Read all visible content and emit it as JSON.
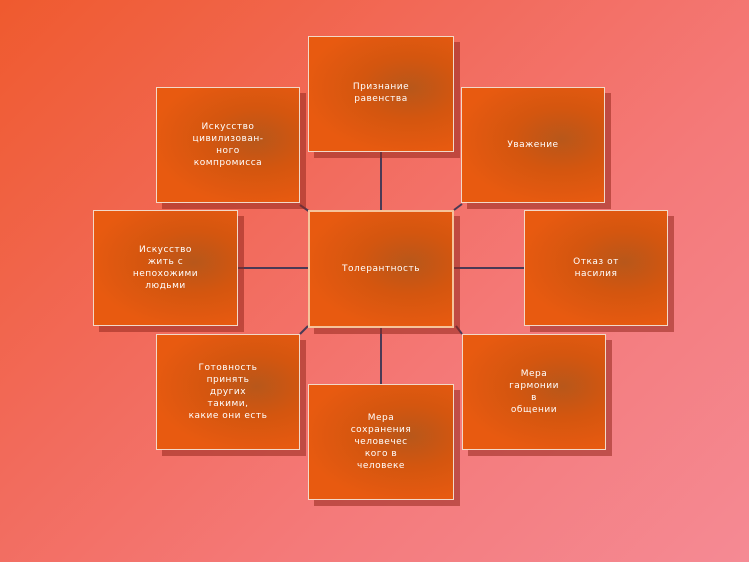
{
  "diagram": {
    "center": "Толерантность",
    "nodes": {
      "top": "Признание\nравенства",
      "top_right": "Уважение",
      "right": "Отказ от\nнасилия",
      "bottom_right": "Мера\nгармонии\nв\nобщении",
      "bottom": "Мера\nсохранения\nчеловечес\nкого в\nчеловеке",
      "bottom_left": "Готовность\nпринять\nдругих\nтакими,\nкакие они есть",
      "left": "Искусство\nжить с\nнепохожими\nлюдьми",
      "top_left": "Искусство\nцивилизован-\nного\nкомпромисса"
    }
  },
  "colors": {
    "node_fill": "#e85a10",
    "connector": "#4a3a55",
    "text": "#ffffff"
  }
}
